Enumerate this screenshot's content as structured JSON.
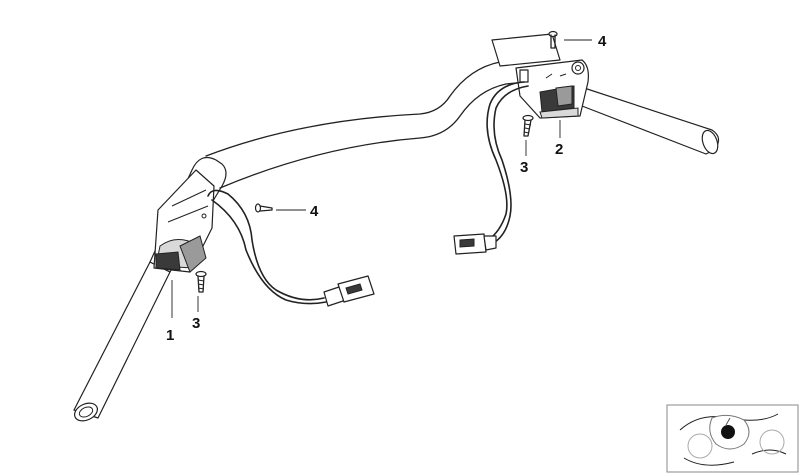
{
  "callouts": {
    "left_switch": "1",
    "right_switch": "2",
    "screw_left": "3",
    "screw_right": "3",
    "pin_left": "4",
    "pin_right": "4"
  },
  "colors": {
    "line": "#222222",
    "shade_dark": "#3a3a3a",
    "shade_mid": "#9a9a9a",
    "background": "#ffffff"
  },
  "icons": {
    "thumbnail": "motorcycle-thumbnail-icon"
  }
}
